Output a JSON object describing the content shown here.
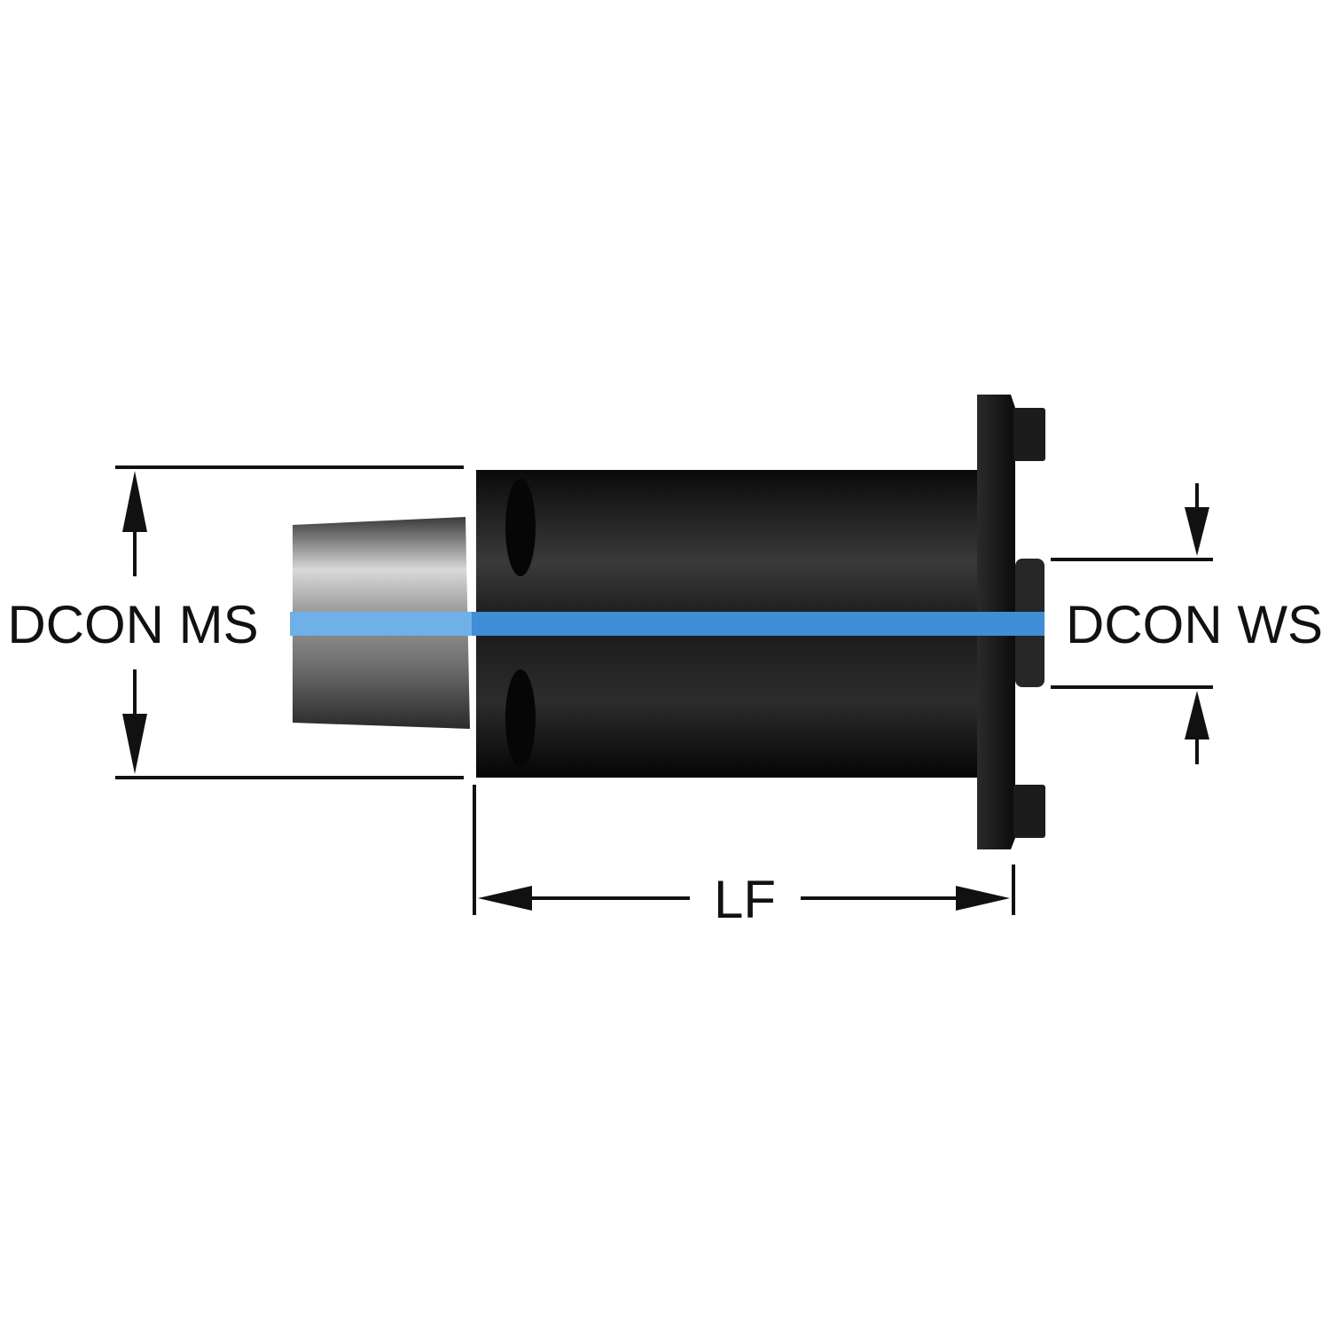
{
  "labels": {
    "dcon_ms": "DCON MS",
    "dcon_ws": "DCON WS",
    "lf": "LF"
  },
  "colors": {
    "line": "#111111",
    "body": "#121212",
    "shank": "#8c8c8c",
    "axis_band": "#3f8ed6"
  }
}
